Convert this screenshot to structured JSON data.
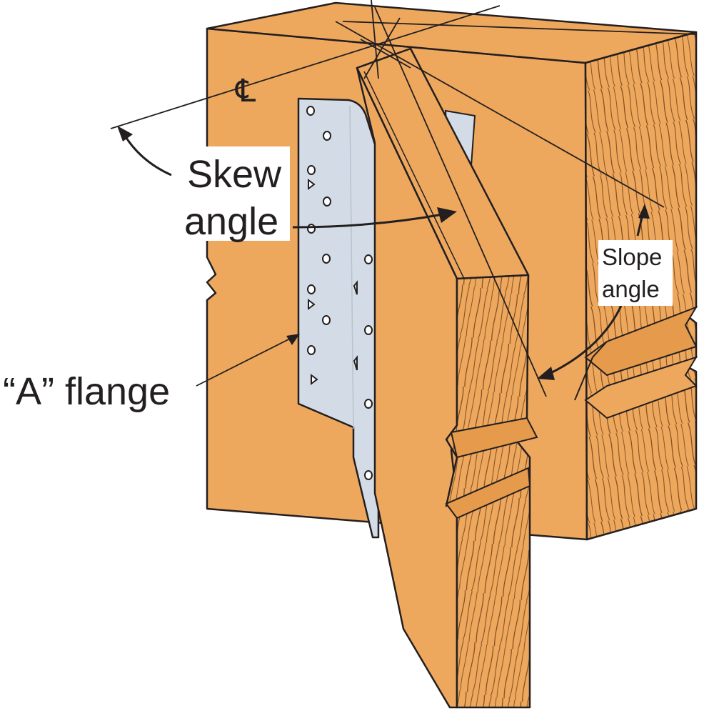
{
  "labels": {
    "centerline": "℄",
    "skew_line1": "Skew",
    "skew_line2": "angle",
    "slope_line1": "Slope",
    "slope_line2": "angle",
    "flange": "“A” flange"
  },
  "colors": {
    "wood": "#eea85e",
    "wood_dark": "#e59a4c",
    "grain": "#7a4a1e",
    "steel": "#d3dce6",
    "steel_dark": "#b7c2cf",
    "outline": "#231f20",
    "background": "#ffffff"
  }
}
